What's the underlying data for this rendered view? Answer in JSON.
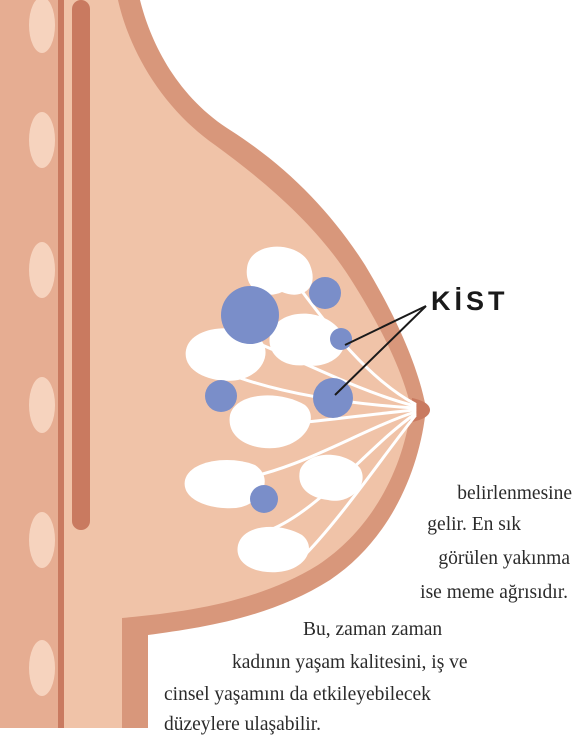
{
  "label": {
    "kist": "KİST"
  },
  "paragraph": {
    "lines": [
      "belirlenmesine",
      "gelir. En sık",
      "görülen yakınma",
      "ise meme ağrısıdır.",
      "Bu, zaman zaman",
      "kadının yaşam kalitesini, iş ve",
      "cinsel yaşamını da etkileyebilecek",
      "düzeylere ulaşabilir."
    ]
  },
  "colors": {
    "skin_outer": "#d8977b",
    "skin_inner": "#f0c3a8",
    "rib_bar": "#e6ad92",
    "rib_dark": "#c97a60",
    "lobule": "#ffffff",
    "cyst": "#7a8ec9",
    "leader_line": "#1a1a1a"
  }
}
